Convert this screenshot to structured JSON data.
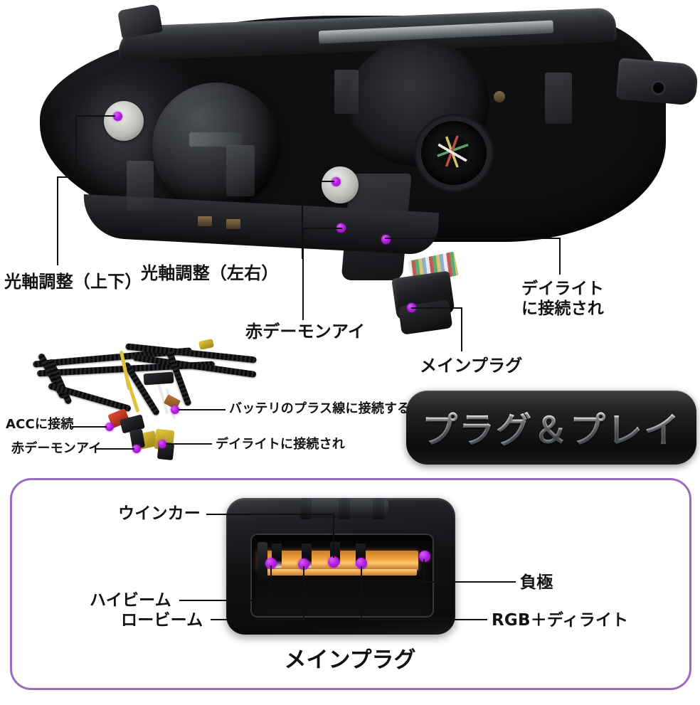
{
  "page": {
    "language": "ja",
    "background": "#ffffff",
    "marker_color": "#b41fe2",
    "panel_border_color": "#9b6bc4",
    "text_color": "#131313"
  },
  "headlight_section": {
    "name": "headlight-assembly-diagram",
    "callouts": [
      {
        "id": "aim-vertical",
        "label": "光軸調整（上下）"
      },
      {
        "id": "aim-horizontal",
        "label": "光軸調整（左右）"
      },
      {
        "id": "red-demon-eye",
        "label": "赤デーモンアイ"
      },
      {
        "id": "daytime-light",
        "label": "デイライト\nに接続され"
      },
      {
        "id": "main-plug",
        "label": "メインプラグ"
      }
    ]
  },
  "harness_section": {
    "name": "wiring-harness-diagram",
    "callouts": [
      {
        "id": "acc",
        "label": "ACCに接続"
      },
      {
        "id": "battery-plus",
        "label": "バッテリのプラス線に接続する"
      },
      {
        "id": "red-demon-eye",
        "label": "赤デーモンアイ"
      },
      {
        "id": "daytime-light",
        "label": "デイライトに接続され"
      }
    ]
  },
  "badge": {
    "name": "plug-and-play-badge",
    "text": "プラグ＆プレイ"
  },
  "plug_panel": {
    "name": "main-plug-pinout-panel",
    "caption": "メインプラグ",
    "callouts": [
      {
        "id": "turn-signal",
        "label": "ウインカー"
      },
      {
        "id": "high-beam",
        "label": "ハイビーム"
      },
      {
        "id": "low-beam",
        "label": "ロービーム"
      },
      {
        "id": "negative",
        "label": "負極"
      },
      {
        "id": "rgb-drl",
        "label": "RGB＋ディライト"
      }
    ]
  }
}
